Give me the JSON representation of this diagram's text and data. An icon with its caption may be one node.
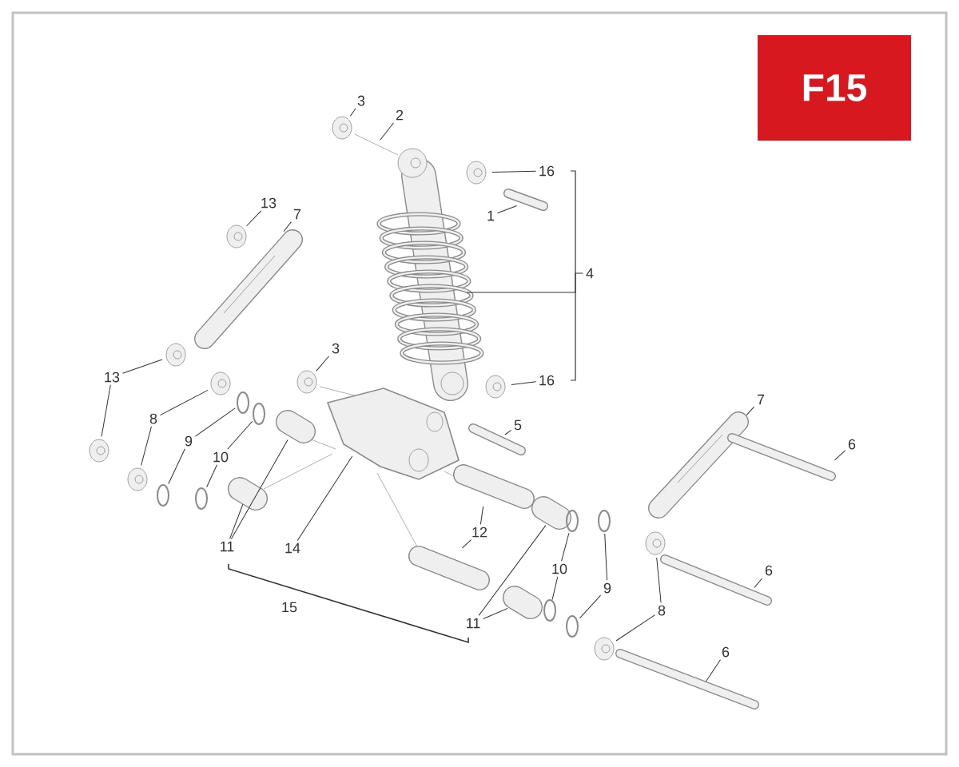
{
  "diagram": {
    "nodes": [
      {
        "text": [
          "F15"
        ]
      },
      {
        "text": [
          "3"
        ]
      },
      {
        "text": [
          "2"
        ]
      },
      {
        "text": [
          "16"
        ]
      },
      {
        "text": [
          "1"
        ]
      },
      {
        "text": [
          "4"
        ]
      },
      {
        "text": [
          "13"
        ]
      },
      {
        "text": [
          "7"
        ]
      },
      {
        "text": [
          "3"
        ]
      },
      {
        "text": [
          "16"
        ]
      },
      {
        "text": [
          "5"
        ]
      },
      {
        "text": [
          "13"
        ]
      },
      {
        "text": [
          "8"
        ]
      },
      {
        "text": [
          "9"
        ]
      },
      {
        "text": [
          "10"
        ]
      },
      {
        "text": [
          "11"
        ]
      },
      {
        "text": [
          "14"
        ]
      },
      {
        "text": [
          "15"
        ]
      },
      {
        "text": [
          "12"
        ]
      },
      {
        "text": [
          "10"
        ]
      },
      {
        "text": [
          "9"
        ]
      },
      {
        "text": [
          "8"
        ]
      },
      {
        "text": [
          "11"
        ]
      },
      {
        "text": [
          "7"
        ]
      },
      {
        "text": [
          "6"
        ]
      },
      {
        "text": [
          "6"
        ]
      },
      {
        "text": [
          "6"
        ]
      }
    ],
    "edges": [
      {
        "from": 1,
        "to": null,
        "arrow": "none"
      },
      {
        "from": 2,
        "to": null,
        "arrow": "none"
      },
      {
        "from": 3,
        "to": null,
        "arrow": "none"
      },
      {
        "from": 4,
        "to": null,
        "arrow": "none"
      },
      {
        "from": 6,
        "to": null,
        "arrow": "none"
      },
      {
        "from": 7,
        "to": null,
        "arrow": "none"
      },
      {
        "from": 8,
        "to": null,
        "arrow": "none"
      },
      {
        "from": 9,
        "to": null,
        "arrow": "none"
      },
      {
        "from": 10,
        "to": null,
        "arrow": "none"
      },
      {
        "from": 11,
        "to": null,
        "arrow": "none"
      },
      {
        "from": 11,
        "to": null,
        "arrow": "none"
      },
      {
        "from": 12,
        "to": null,
        "arrow": "none"
      },
      {
        "from": 12,
        "to": null,
        "arrow": "none"
      },
      {
        "from": 13,
        "to": null,
        "arrow": "none"
      },
      {
        "from": 13,
        "to": null,
        "arrow": "none"
      },
      {
        "from": 14,
        "to": null,
        "arrow": "none"
      },
      {
        "from": 14,
        "to": null,
        "arrow": "none"
      },
      {
        "from": 15,
        "to": null,
        "arrow": "none"
      },
      {
        "from": 15,
        "to": null,
        "arrow": "none"
      },
      {
        "from": 16,
        "to": null,
        "arrow": "none"
      },
      {
        "from": 18,
        "to": null,
        "arrow": "none"
      },
      {
        "from": 18,
        "to": null,
        "arrow": "none"
      },
      {
        "from": 19,
        "to": null,
        "arrow": "none"
      },
      {
        "from": 19,
        "to": null,
        "arrow": "none"
      },
      {
        "from": 20,
        "to": null,
        "arrow": "none"
      },
      {
        "from": 20,
        "to": null,
        "arrow": "none"
      },
      {
        "from": 21,
        "to": null,
        "arrow": "none"
      },
      {
        "from": 21,
        "to": null,
        "arrow": "none"
      },
      {
        "from": 22,
        "to": null,
        "arrow": "none"
      },
      {
        "from": 22,
        "to": null,
        "arrow": "none"
      },
      {
        "from": 23,
        "to": null,
        "arrow": "none"
      },
      {
        "from": 24,
        "to": null,
        "arrow": "none"
      },
      {
        "from": 25,
        "to": null,
        "arrow": "none"
      },
      {
        "from": 26,
        "to": null,
        "arrow": "none"
      },
      {
        "from": 5,
        "to": null,
        "arrow": "none"
      }
    ]
  }
}
